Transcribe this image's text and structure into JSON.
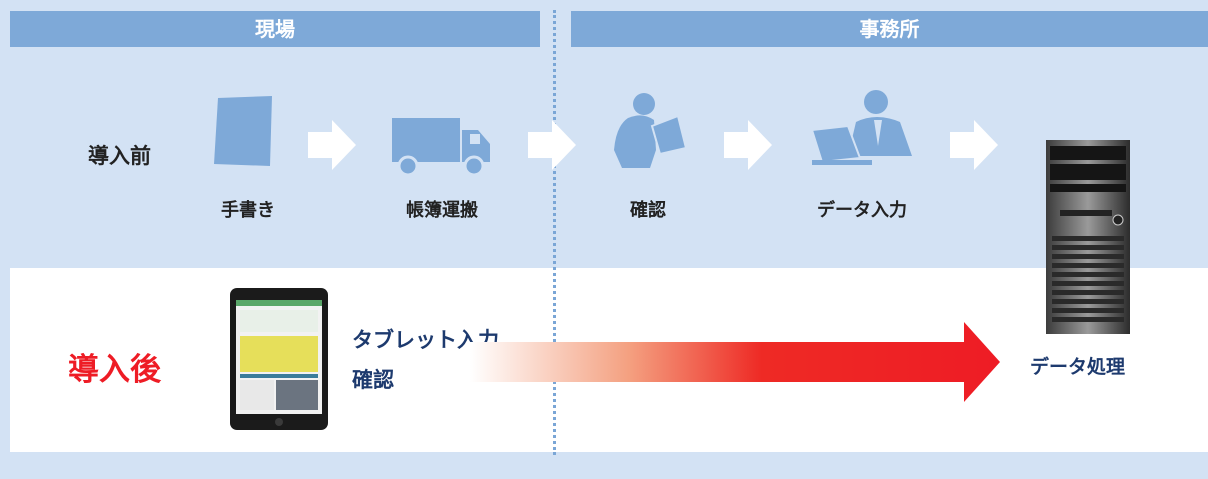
{
  "header": {
    "site": "現場",
    "office": "事務所"
  },
  "before": {
    "title": "導入前",
    "steps": [
      {
        "label": "手書き",
        "icon": "document-icon"
      },
      {
        "label": "帳簿運搬",
        "icon": "truck-icon"
      },
      {
        "label": "確認",
        "icon": "person-reading-icon"
      },
      {
        "label": "データ入力",
        "icon": "person-laptop-icon"
      }
    ]
  },
  "after": {
    "title": "導入後",
    "line1": "タブレット入力",
    "line2": "確認",
    "result": "データ処理"
  },
  "colors": {
    "header": "#7ea9d8",
    "background": "#d3e2f4",
    "icon": "#7ea9d8",
    "accent_red": "#ee1c25",
    "navy": "#1d3a6e"
  }
}
